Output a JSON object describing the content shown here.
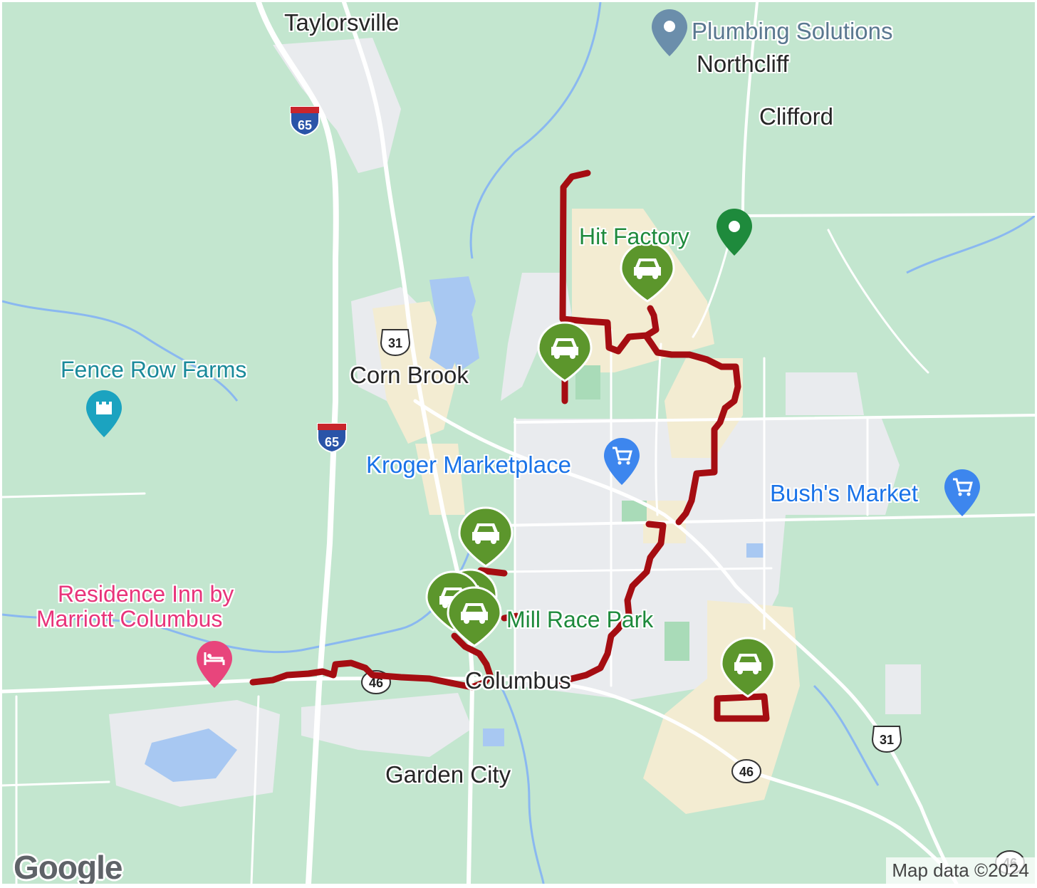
{
  "map": {
    "colors": {
      "land": "#c3e6cf",
      "urban": "#e9ebee",
      "commercial": "#f3ecd2",
      "water": "#a8c8f2",
      "route": "#a50d12",
      "vehicle_marker": "#5c962c"
    },
    "places": [
      {
        "id": "taylorsville",
        "label": "Taylorsville"
      },
      {
        "id": "northcliff",
        "label": "Northcliff"
      },
      {
        "id": "clifford",
        "label": "Clifford"
      },
      {
        "id": "corn-brook",
        "label": "Corn Brook"
      },
      {
        "id": "columbus",
        "label": "Columbus"
      },
      {
        "id": "garden-city",
        "label": "Garden City"
      }
    ],
    "pois": [
      {
        "id": "plumbing-solutions",
        "label": "Plumbing Solutions",
        "icon": "map-pin-icon"
      },
      {
        "id": "hit-factory",
        "label": "Hit Factory",
        "icon": "map-pin-icon"
      },
      {
        "id": "fence-row-farms",
        "label": "Fence Row Farms",
        "icon": "castle-icon"
      },
      {
        "id": "kroger-marketplace",
        "label": "Kroger Marketplace",
        "icon": "shopping-cart-icon"
      },
      {
        "id": "bushs-market",
        "label": "Bush's Market",
        "icon": "shopping-cart-icon"
      },
      {
        "id": "residence-inn",
        "label": "Residence Inn by Marriott Columbus",
        "line1": "Residence Inn by",
        "line2": "Marriott Columbus",
        "icon": "bed-icon"
      },
      {
        "id": "mill-race-park",
        "label": "Mill Race Park",
        "icon": "park"
      }
    ],
    "road_shields": [
      {
        "id": "i65-north",
        "label": "65",
        "type": "interstate"
      },
      {
        "id": "i65-south",
        "label": "65",
        "type": "interstate"
      },
      {
        "id": "us31-north",
        "label": "31",
        "type": "us-highway"
      },
      {
        "id": "us31-south",
        "label": "31",
        "type": "us-highway"
      },
      {
        "id": "sr46-west",
        "label": "46",
        "type": "state-road"
      },
      {
        "id": "sr46-east",
        "label": "46",
        "type": "state-road"
      },
      {
        "id": "sr46-corner",
        "label": "46",
        "type": "state-road"
      }
    ],
    "vehicle_markers_count": 7,
    "vehicle_marker_icon": "car-icon",
    "branding": {
      "logo": "Google",
      "attribution": "Map data ©2024"
    }
  }
}
